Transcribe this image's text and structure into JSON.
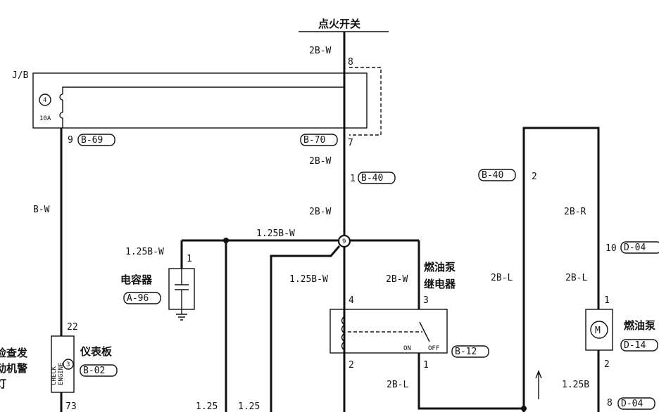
{
  "ignition_switch": "点火开关",
  "jb": {
    "name": "J/B",
    "fuse_no": "4",
    "fuse_amp": "10A",
    "pin_left": "9",
    "conn_left": "B-69",
    "pin_top": "8",
    "conn_right": "B-70",
    "pin_right": "7"
  },
  "wires": {
    "ign_feed": "2B-W",
    "b70_down": "2B-W",
    "to_splice": "2B-W",
    "instrument_feed": "B-W",
    "splice_left": "1.25B-W",
    "capacitor_feed": "1.25B-W",
    "relay_coil_feed": "1.25B-W",
    "relay_contact_feed": "2B-W",
    "relay_out": "2B-L",
    "pump_loop": "2B-L",
    "pump_feed": "2B-R",
    "pump_in": "2B-L",
    "pump_out": "1.25B",
    "bottom_a": "1.25",
    "bottom_b": "1.25"
  },
  "connector_b40": {
    "code": "B-40",
    "pin_left": "1",
    "pin_right": "2"
  },
  "capacitor": {
    "name": "电容器",
    "code": "A-96",
    "pin": "1"
  },
  "splice": {
    "mark": "9"
  },
  "relay": {
    "name_line1": "燃油泵",
    "name_line2": "继电器",
    "code": "B-12",
    "pin_coil_in": "4",
    "pin_contact_in": "3",
    "pin_coil_out": "2",
    "pin_contact_out": "1",
    "state_on": "ON",
    "state_off": "OFF"
  },
  "instrument": {
    "name": "仪表板",
    "code": "B-02",
    "pin_top": "22",
    "pin_bottom": "73",
    "lamp_no": "3",
    "lamp_line1": "CHECK",
    "lamp_line2": "ENGINE",
    "label_line1": "检查发",
    "label_line2": "动机警",
    "label_line3": "灯"
  },
  "fuel_pump": {
    "name": "燃油泵",
    "code": "D-14",
    "motor_symbol": "M",
    "pin_top": "1",
    "pin_bottom": "2"
  },
  "connector_d04_upper": {
    "code": "D-04",
    "pin": "10"
  },
  "connector_d04_lower": {
    "code": "D-04",
    "pin": "8"
  }
}
